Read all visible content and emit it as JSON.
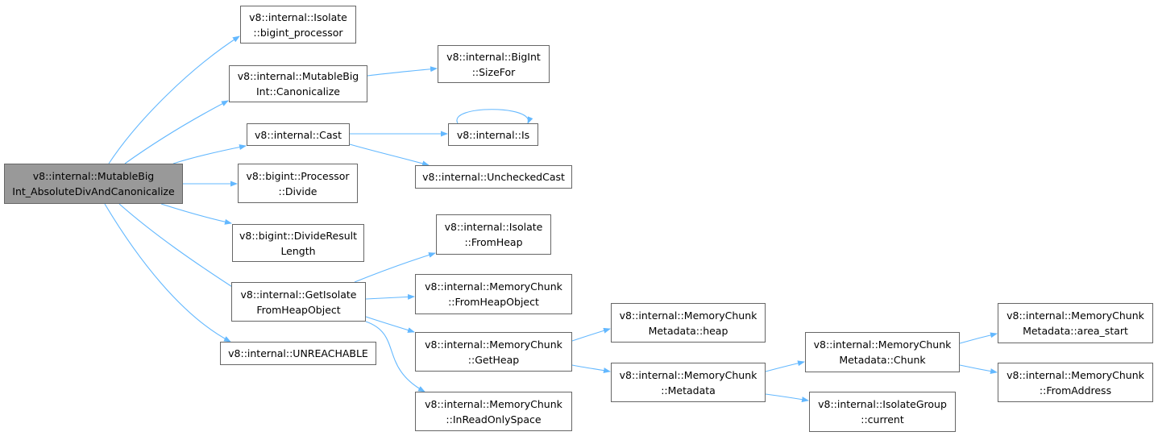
{
  "graph": {
    "edge_color": "#63b8ff",
    "node_border_color": "#666666",
    "root_fill_color": "#999999",
    "nodes": {
      "root": [
        "v8::internal::MutableBig",
        "Int_AbsoluteDivAndCanonicalize"
      ],
      "isolate_bigint_processor": [
        "v8::internal::Isolate",
        "::bigint_processor"
      ],
      "mutablebigint_canonicalize": [
        "v8::internal::MutableBig",
        "Int::Canonicalize"
      ],
      "bigint_sizefor": [
        "v8::internal::BigInt",
        "::SizeFor"
      ],
      "internal_cast": [
        "v8::internal::Cast"
      ],
      "internal_is": [
        "v8::internal::Is"
      ],
      "internal_uncheckedcast": [
        "v8::internal::UncheckedCast"
      ],
      "processor_divide": [
        "v8::bigint::Processor",
        "::Divide"
      ],
      "divide_result_length": [
        "v8::bigint::DivideResult",
        "Length"
      ],
      "isolate_fromheap": [
        "v8::internal::Isolate",
        "::FromHeap"
      ],
      "get_isolate_from_heap_object": [
        "v8::internal::GetIsolate",
        "FromHeapObject"
      ],
      "memorychunk_fromheapobject": [
        "v8::internal::MemoryChunk",
        "::FromHeapObject"
      ],
      "internal_unreachable": [
        "v8::internal::UNREACHABLE"
      ],
      "memorychunk_getheap": [
        "v8::internal::MemoryChunk",
        "::GetHeap"
      ],
      "memorychunk_inreadonlyspace": [
        "v8::internal::MemoryChunk",
        "::InReadOnlySpace"
      ],
      "memorychunkmetadata_heap": [
        "v8::internal::MemoryChunk",
        "Metadata::heap"
      ],
      "memorychunk_metadata": [
        "v8::internal::MemoryChunk",
        "::Metadata"
      ],
      "memorychunkmetadata_chunk": [
        "v8::internal::MemoryChunk",
        "Metadata::Chunk"
      ],
      "isolategroup_current": [
        "v8::internal::IsolateGroup",
        "::current"
      ],
      "memorychunkmetadata_area_start": [
        "v8::internal::MemoryChunk",
        "Metadata::area_start"
      ],
      "memorychunk_fromaddress": [
        "v8::internal::MemoryChunk",
        "::FromAddress"
      ]
    }
  }
}
